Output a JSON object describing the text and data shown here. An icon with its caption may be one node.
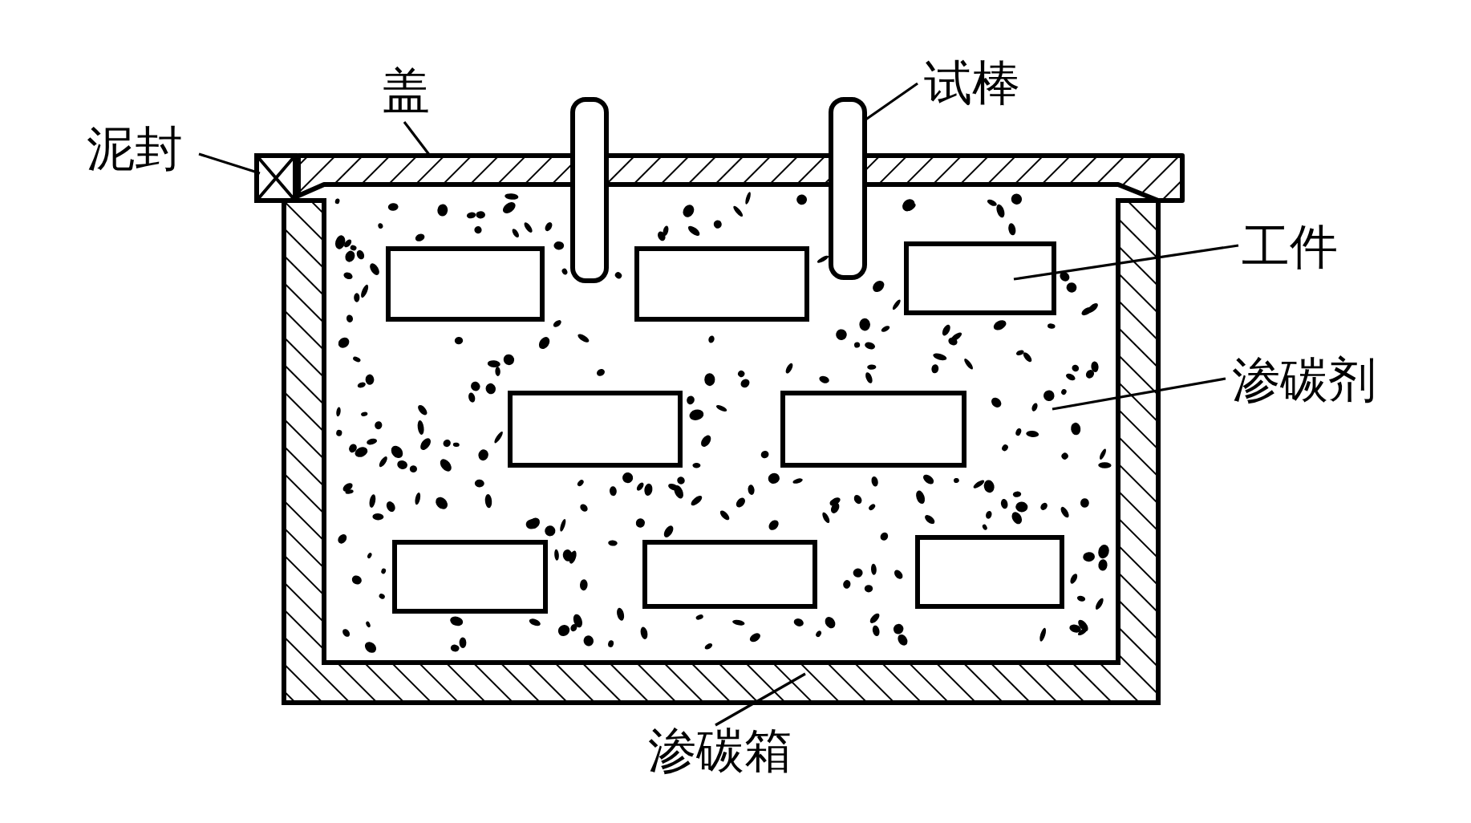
{
  "diagram": {
    "nodes": [
      {
        "text": [
          "泥封"
        ]
      },
      {
        "text": [
          "盖"
        ]
      },
      {
        "text": [
          "试棒"
        ]
      },
      {
        "text": [
          "工件"
        ]
      },
      {
        "text": [
          "渗碳剂"
        ]
      },
      {
        "text": [
          "渗碳箱"
        ]
      },
      {
        "text": [],
        "shape": "box"
      },
      {
        "text": [],
        "shape": "bar"
      },
      {
        "text": [],
        "shape": "bar"
      },
      {
        "text": [],
        "shape": "box"
      },
      {
        "text": [],
        "shape": "box"
      }
    ],
    "edges": [
      {
        "from": 0,
        "to": 6,
        "arrow": "none"
      },
      {
        "from": 1,
        "to": 7,
        "arrow": "none"
      },
      {
        "from": 2,
        "to": 8,
        "arrow": "none"
      },
      {
        "from": 3,
        "to": 9,
        "arrow": "none"
      },
      {
        "from": 4,
        "to": null,
        "arrow": "none"
      },
      {
        "from": 5,
        "to": 10,
        "arrow": "none"
      }
    ]
  }
}
